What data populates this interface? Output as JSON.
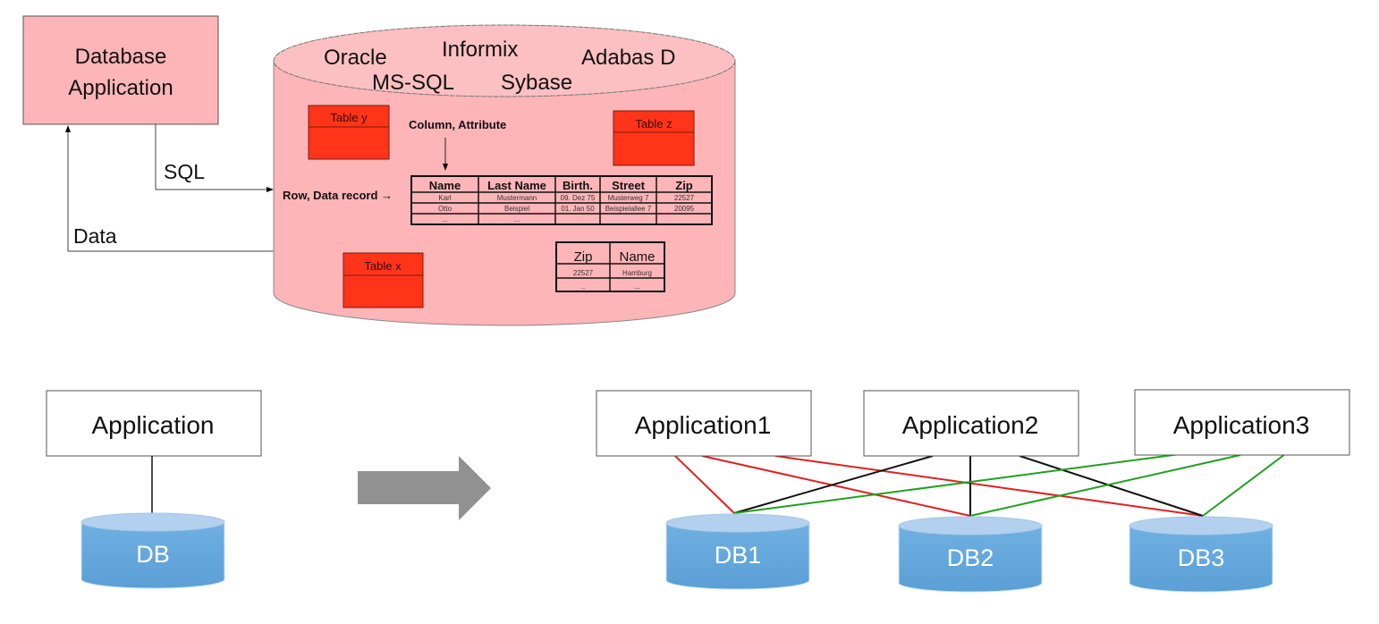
{
  "top_diagram": {
    "app_box": {
      "line1": "Database",
      "line2": "Application"
    },
    "sql_label": "SQL",
    "data_label": "Data",
    "dbms_names": {
      "oracle": "Oracle",
      "informix": "Informix",
      "adabas": "Adabas D",
      "mssql": "MS-SQL",
      "sybase": "Sybase"
    },
    "tables": {
      "y": "Table y",
      "z": "Table z",
      "x": "Table x"
    },
    "column_annotation": "Column, Attribute",
    "row_annotation": "Row, Data record →",
    "person_table": {
      "headers": [
        "Name",
        "Last Name",
        "Birth.",
        "Street",
        "Zip"
      ],
      "rows": [
        [
          "Karl",
          "Mustermann",
          "09. Dez 75",
          "Musterweg 7",
          "22527"
        ],
        [
          "Otto",
          "Beispiel",
          "01. Jan 50",
          "Beispielallee 7",
          "20095"
        ],
        [
          "...",
          "...",
          "",
          "",
          ""
        ]
      ]
    },
    "zip_table": {
      "headers": [
        "Zip",
        "Name"
      ],
      "rows": [
        [
          "22527",
          "Hamburg"
        ],
        [
          "..",
          "..."
        ]
      ]
    }
  },
  "bottom_left": {
    "app_label": "Application",
    "db_label": "DB"
  },
  "bottom_right": {
    "apps": [
      "Application1",
      "Application2",
      "Application3"
    ],
    "dbs": [
      "DB1",
      "DB2",
      "DB3"
    ],
    "connections": [
      {
        "from": "Application1",
        "to": "DB1",
        "color": "#e02020"
      },
      {
        "from": "Application1",
        "to": "DB2",
        "color": "#e02020"
      },
      {
        "from": "Application1",
        "to": "DB3",
        "color": "#e02020"
      },
      {
        "from": "Application2",
        "to": "DB1",
        "color": "#111111"
      },
      {
        "from": "Application2",
        "to": "DB2",
        "color": "#111111"
      },
      {
        "from": "Application2",
        "to": "DB3",
        "color": "#111111"
      },
      {
        "from": "Application3",
        "to": "DB1",
        "color": "#20a020"
      },
      {
        "from": "Application3",
        "to": "DB2",
        "color": "#20a020"
      },
      {
        "from": "Application3",
        "to": "DB3",
        "color": "#20a020"
      }
    ]
  },
  "colors": {
    "pink_fill": "#fdb5b8",
    "table_red": "#ff3419",
    "db_blue": "#67a9de",
    "db_top": "#b3d1ee",
    "arrow_gray": "#919191"
  }
}
